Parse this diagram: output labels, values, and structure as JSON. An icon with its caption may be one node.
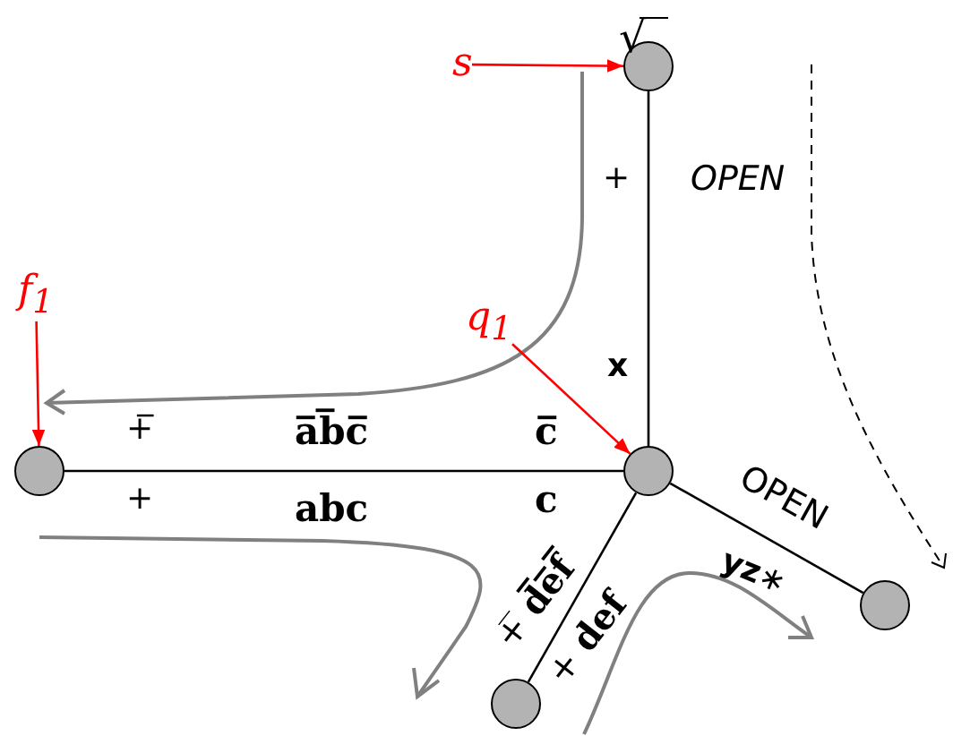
{
  "diagram": {
    "nodes": [
      {
        "text": [
          "s"
        ]
      },
      {
        "text": [],
        "shape": "circle"
      },
      {
        "text": [
          "*f*$_{1}$"
        ]
      },
      {
        "text": [
          "*q*$_{1}$"
        ]
      },
      {
        "text": [],
        "shape": "circle"
      },
      {
        "text": [],
        "shape": "circle"
      },
      {
        "text": [],
        "shape": "circle"
      },
      {
        "text": [],
        "shape": "circle"
      }
    ],
    "edges": [
      {
        "from": 0,
        "to": 1,
        "arrow": "to",
        "color": "#ff0000"
      },
      {
        "from": 2,
        "to": 4,
        "arrow": "to",
        "color": "#ff0000"
      },
      {
        "from": 3,
        "to": 5,
        "arrow": "to",
        "color": "#ff0000"
      },
      {
        "from": 1,
        "to": 5,
        "arrow": "none"
      },
      {
        "from": 4,
        "to": 5,
        "arrow": "none"
      },
      {
        "from": 5,
        "to": 6,
        "arrow": "none"
      },
      {
        "from": 5,
        "to": 7,
        "arrow": "none"
      }
    ],
    "labels": [
      "√",
      "+",
      "OPEN",
      "x",
      "+̅",
      "a̅b̅c̅",
      "c̅",
      "+",
      "abc",
      "c",
      "OPEN",
      "+̅ **d̅e̅f̅**",
      "+ **def**",
      "**yz**∗"
    ]
  }
}
